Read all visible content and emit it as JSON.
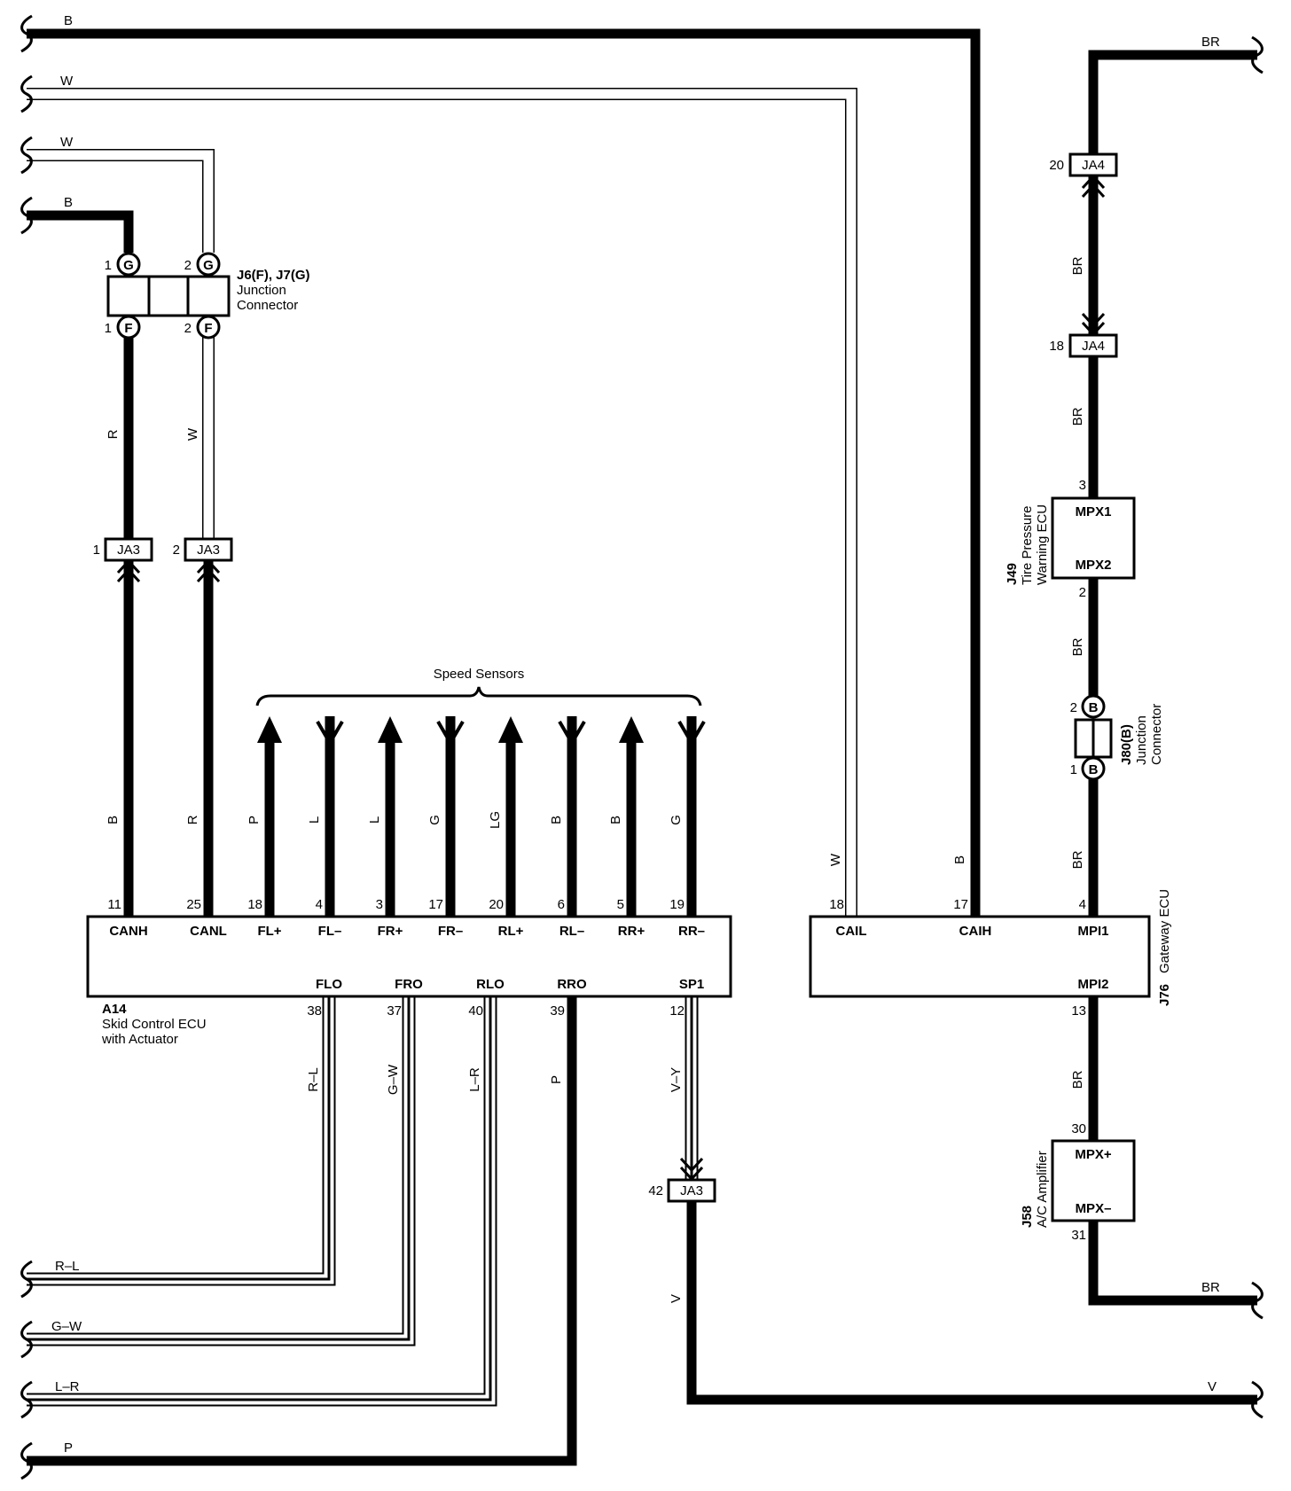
{
  "wire_colors": {
    "top_b": "B",
    "top_w1": "W",
    "top_w2": "W",
    "mid_b": "B",
    "right_br_top": "BR",
    "right_br_bottom": "BR",
    "bottom_rl": "R–L",
    "bottom_gw": "G–W",
    "bottom_lr": "L–R",
    "bottom_p": "P",
    "bottom_v": "V"
  },
  "junction_j6": {
    "name": "J6(F), J7(G)",
    "desc1": "Junction",
    "desc2": "Connector",
    "pin_g1": "1",
    "pin_g2": "2",
    "pin_f1": "1",
    "pin_f2": "2",
    "letter_g": "G",
    "letter_f": "F"
  },
  "ja3_connectors": [
    {
      "pin": "1",
      "name": "JA3"
    },
    {
      "pin": "2",
      "name": "JA3"
    },
    {
      "pin": "42",
      "name": "JA3"
    }
  ],
  "left_vertical_wires": {
    "can_h_upper": "R",
    "can_l_upper": "W"
  },
  "speed_sensors": {
    "title": "Speed Sensors",
    "wires": [
      "P",
      "L",
      "L",
      "G",
      "LG",
      "B",
      "B",
      "G"
    ]
  },
  "skid_ecu": {
    "id": "A14",
    "desc1": "Skid Control ECU",
    "desc2": "with Actuator",
    "top_pins": [
      {
        "num": "11",
        "sig": "CANH",
        "wire": "B"
      },
      {
        "num": "25",
        "sig": "CANL",
        "wire": "R"
      },
      {
        "num": "18",
        "sig": "FL+"
      },
      {
        "num": "4",
        "sig": "FL–"
      },
      {
        "num": "3",
        "sig": "FR+"
      },
      {
        "num": "17",
        "sig": "FR–"
      },
      {
        "num": "20",
        "sig": "RL+"
      },
      {
        "num": "6",
        "sig": "RL–"
      },
      {
        "num": "5",
        "sig": "RR+"
      },
      {
        "num": "19",
        "sig": "RR–"
      }
    ],
    "bottom_pins": [
      {
        "num": "38",
        "sig": "FLO",
        "wire": "R–L"
      },
      {
        "num": "37",
        "sig": "FRO",
        "wire": "G–W"
      },
      {
        "num": "40",
        "sig": "RLO",
        "wire": "L–R"
      },
      {
        "num": "39",
        "sig": "RRO",
        "wire": "P"
      },
      {
        "num": "12",
        "sig": "SP1",
        "wire": "V–Y"
      }
    ],
    "sp1_lower_wire": "V"
  },
  "gateway_ecu": {
    "id": "J76",
    "desc": "Gateway ECU",
    "pins": [
      {
        "num": "18",
        "sig": "CAIL",
        "wire": "W"
      },
      {
        "num": "17",
        "sig": "CAIH",
        "wire": "B"
      },
      {
        "num": "4",
        "sig": "MPI1",
        "wire": "BR"
      },
      {
        "num": "13",
        "sig": "MPI2",
        "wire": "BR"
      }
    ]
  },
  "ja4_connectors": [
    {
      "pin": "20",
      "name": "JA4"
    },
    {
      "pin": "18",
      "name": "JA4"
    }
  ],
  "ja4_between_wire": "BR",
  "ja4_lower_wire": "BR",
  "tire_ecu": {
    "id": "J49",
    "desc1": "Tire Pressure",
    "desc2": "Warning ECU",
    "pin_top": "3",
    "sig_top": "MPX1",
    "pin_bottom": "2",
    "sig_bottom": "MPX2",
    "lower_wire": "BR"
  },
  "j80": {
    "id": "J80(B)",
    "desc1": "Junction",
    "desc2": "Connector",
    "pin_top": "2",
    "pin_bottom": "1",
    "letter": "B"
  },
  "ac_amp": {
    "id": "J58",
    "desc": "A/C Amplifier",
    "pin_top": "30",
    "sig_top": "MPX+",
    "pin_bottom": "31",
    "sig_bottom": "MPX–"
  }
}
